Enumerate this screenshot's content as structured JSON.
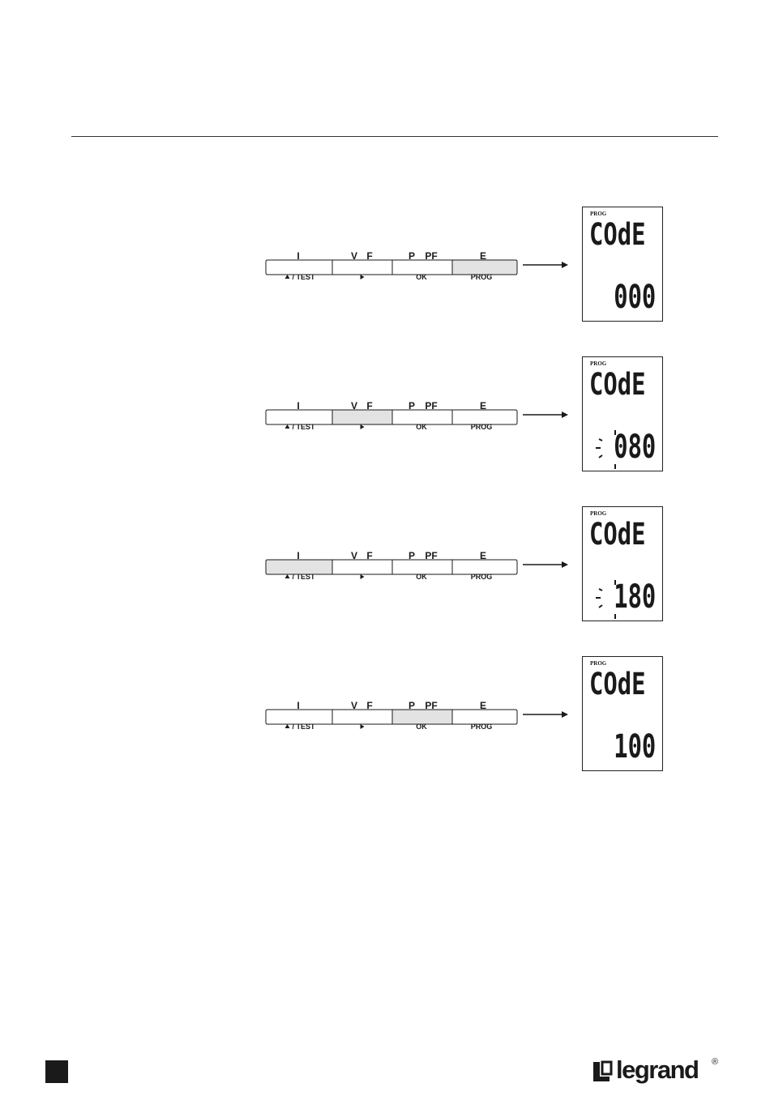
{
  "keypad": {
    "top_labels": [
      "I",
      "V",
      "F",
      "P",
      "PF",
      "E"
    ],
    "bottom_labels": {
      "up_test": "/ TEST",
      "ok": "OK",
      "prog": "PROG"
    }
  },
  "steps": [
    {
      "pressed_key": "E / PROG",
      "lcd": {
        "indicator": "PROG",
        "line1": "COdE",
        "line2": "000"
      }
    },
    {
      "pressed_key": "V F / right",
      "lcd": {
        "indicator": "PROG",
        "line1": "COdE",
        "line2": "080"
      }
    },
    {
      "pressed_key": "I / up TEST",
      "lcd": {
        "indicator": "PROG",
        "line1": "COdE",
        "line2": "180"
      }
    },
    {
      "pressed_key": "P PF / OK",
      "lcd": {
        "indicator": "PROG",
        "line1": "COdE",
        "line2": "100"
      }
    }
  ],
  "footer": {
    "logo_text": "legrand",
    "logo_mark": "®"
  },
  "colors": {
    "pressed": "#e3e3e3",
    "ink": "#1a1a1a"
  }
}
